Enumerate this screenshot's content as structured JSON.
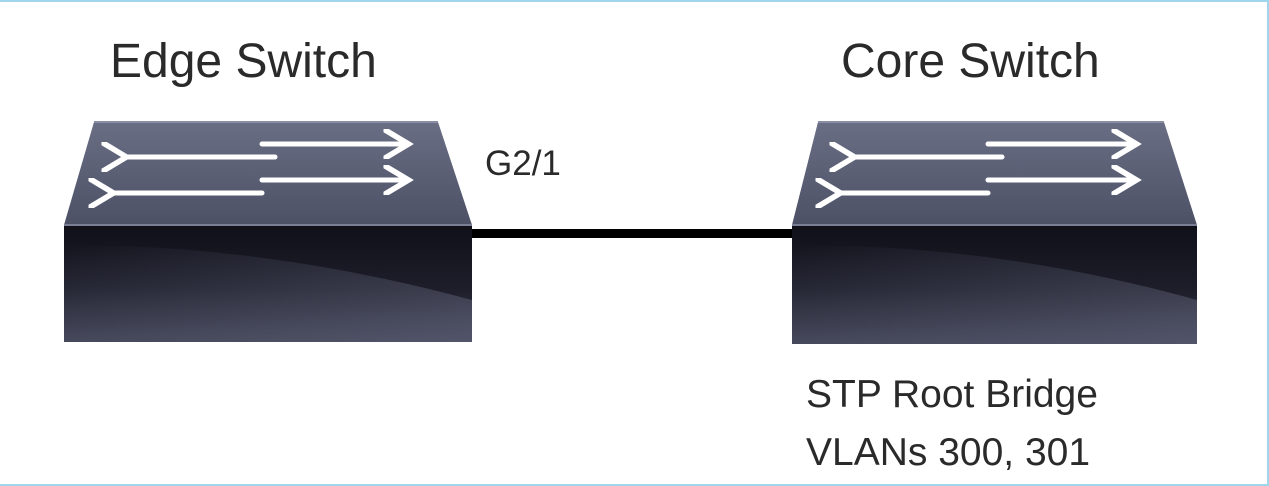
{
  "edge_switch": {
    "title": "Edge Switch",
    "icon": "network-switch-icon"
  },
  "core_switch": {
    "title": "Core Switch",
    "icon": "network-switch-icon",
    "notes": [
      "STP Root Bridge",
      "VLANs 300, 301"
    ]
  },
  "link": {
    "port_label": "G2/1"
  },
  "colors": {
    "frame_border": "#9fd6ec",
    "link": "#000000",
    "switch_top": "#4f5368",
    "switch_body": "#1c1d28"
  }
}
